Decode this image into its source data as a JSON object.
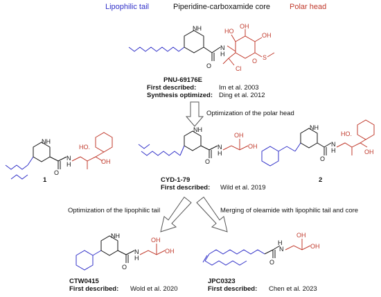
{
  "legend": {
    "tail": "Lipophilic tail",
    "core": "Piperidine-carboxamide core",
    "head": "Polar head"
  },
  "colors": {
    "tail": "#3030c8",
    "head": "#c0392b",
    "core": "#111111",
    "arrow": "#555555"
  },
  "compounds": {
    "pnu": {
      "name": "PNU-69176E",
      "line1_label": "First described:",
      "line1_value": "Im et al. 2003",
      "line2_label": "Synthesis optimized:",
      "line2_value": "Ding et al. 2012"
    },
    "c1": {
      "name": "1"
    },
    "cyd": {
      "name": "CYD-1-79",
      "line1_label": "First described:",
      "line1_value": "Wild et al. 2019"
    },
    "c2": {
      "name": "2"
    },
    "ctw": {
      "name": "CTW0415",
      "line1_label": "First described:",
      "line1_value": "Wold et al. 2020"
    },
    "jpc": {
      "name": "JPC0323",
      "line1_label": "First described:",
      "line1_value": "Chen et al. 2023"
    }
  },
  "arrows": {
    "top": "Optimization of the polar head",
    "left": "Optimization of the lipophilic tail",
    "right": "Merging of oleamide with lipophilic tail and core"
  },
  "atoms": {
    "NH": "NH",
    "N": "N",
    "H": "H",
    "O": "O",
    "HO": "HO",
    "OH": "OH",
    "Cl": "Cl",
    "S": "S",
    "HO_dot": "HO.",
    "H_cap": "H",
    "NH_lower": "NH"
  }
}
